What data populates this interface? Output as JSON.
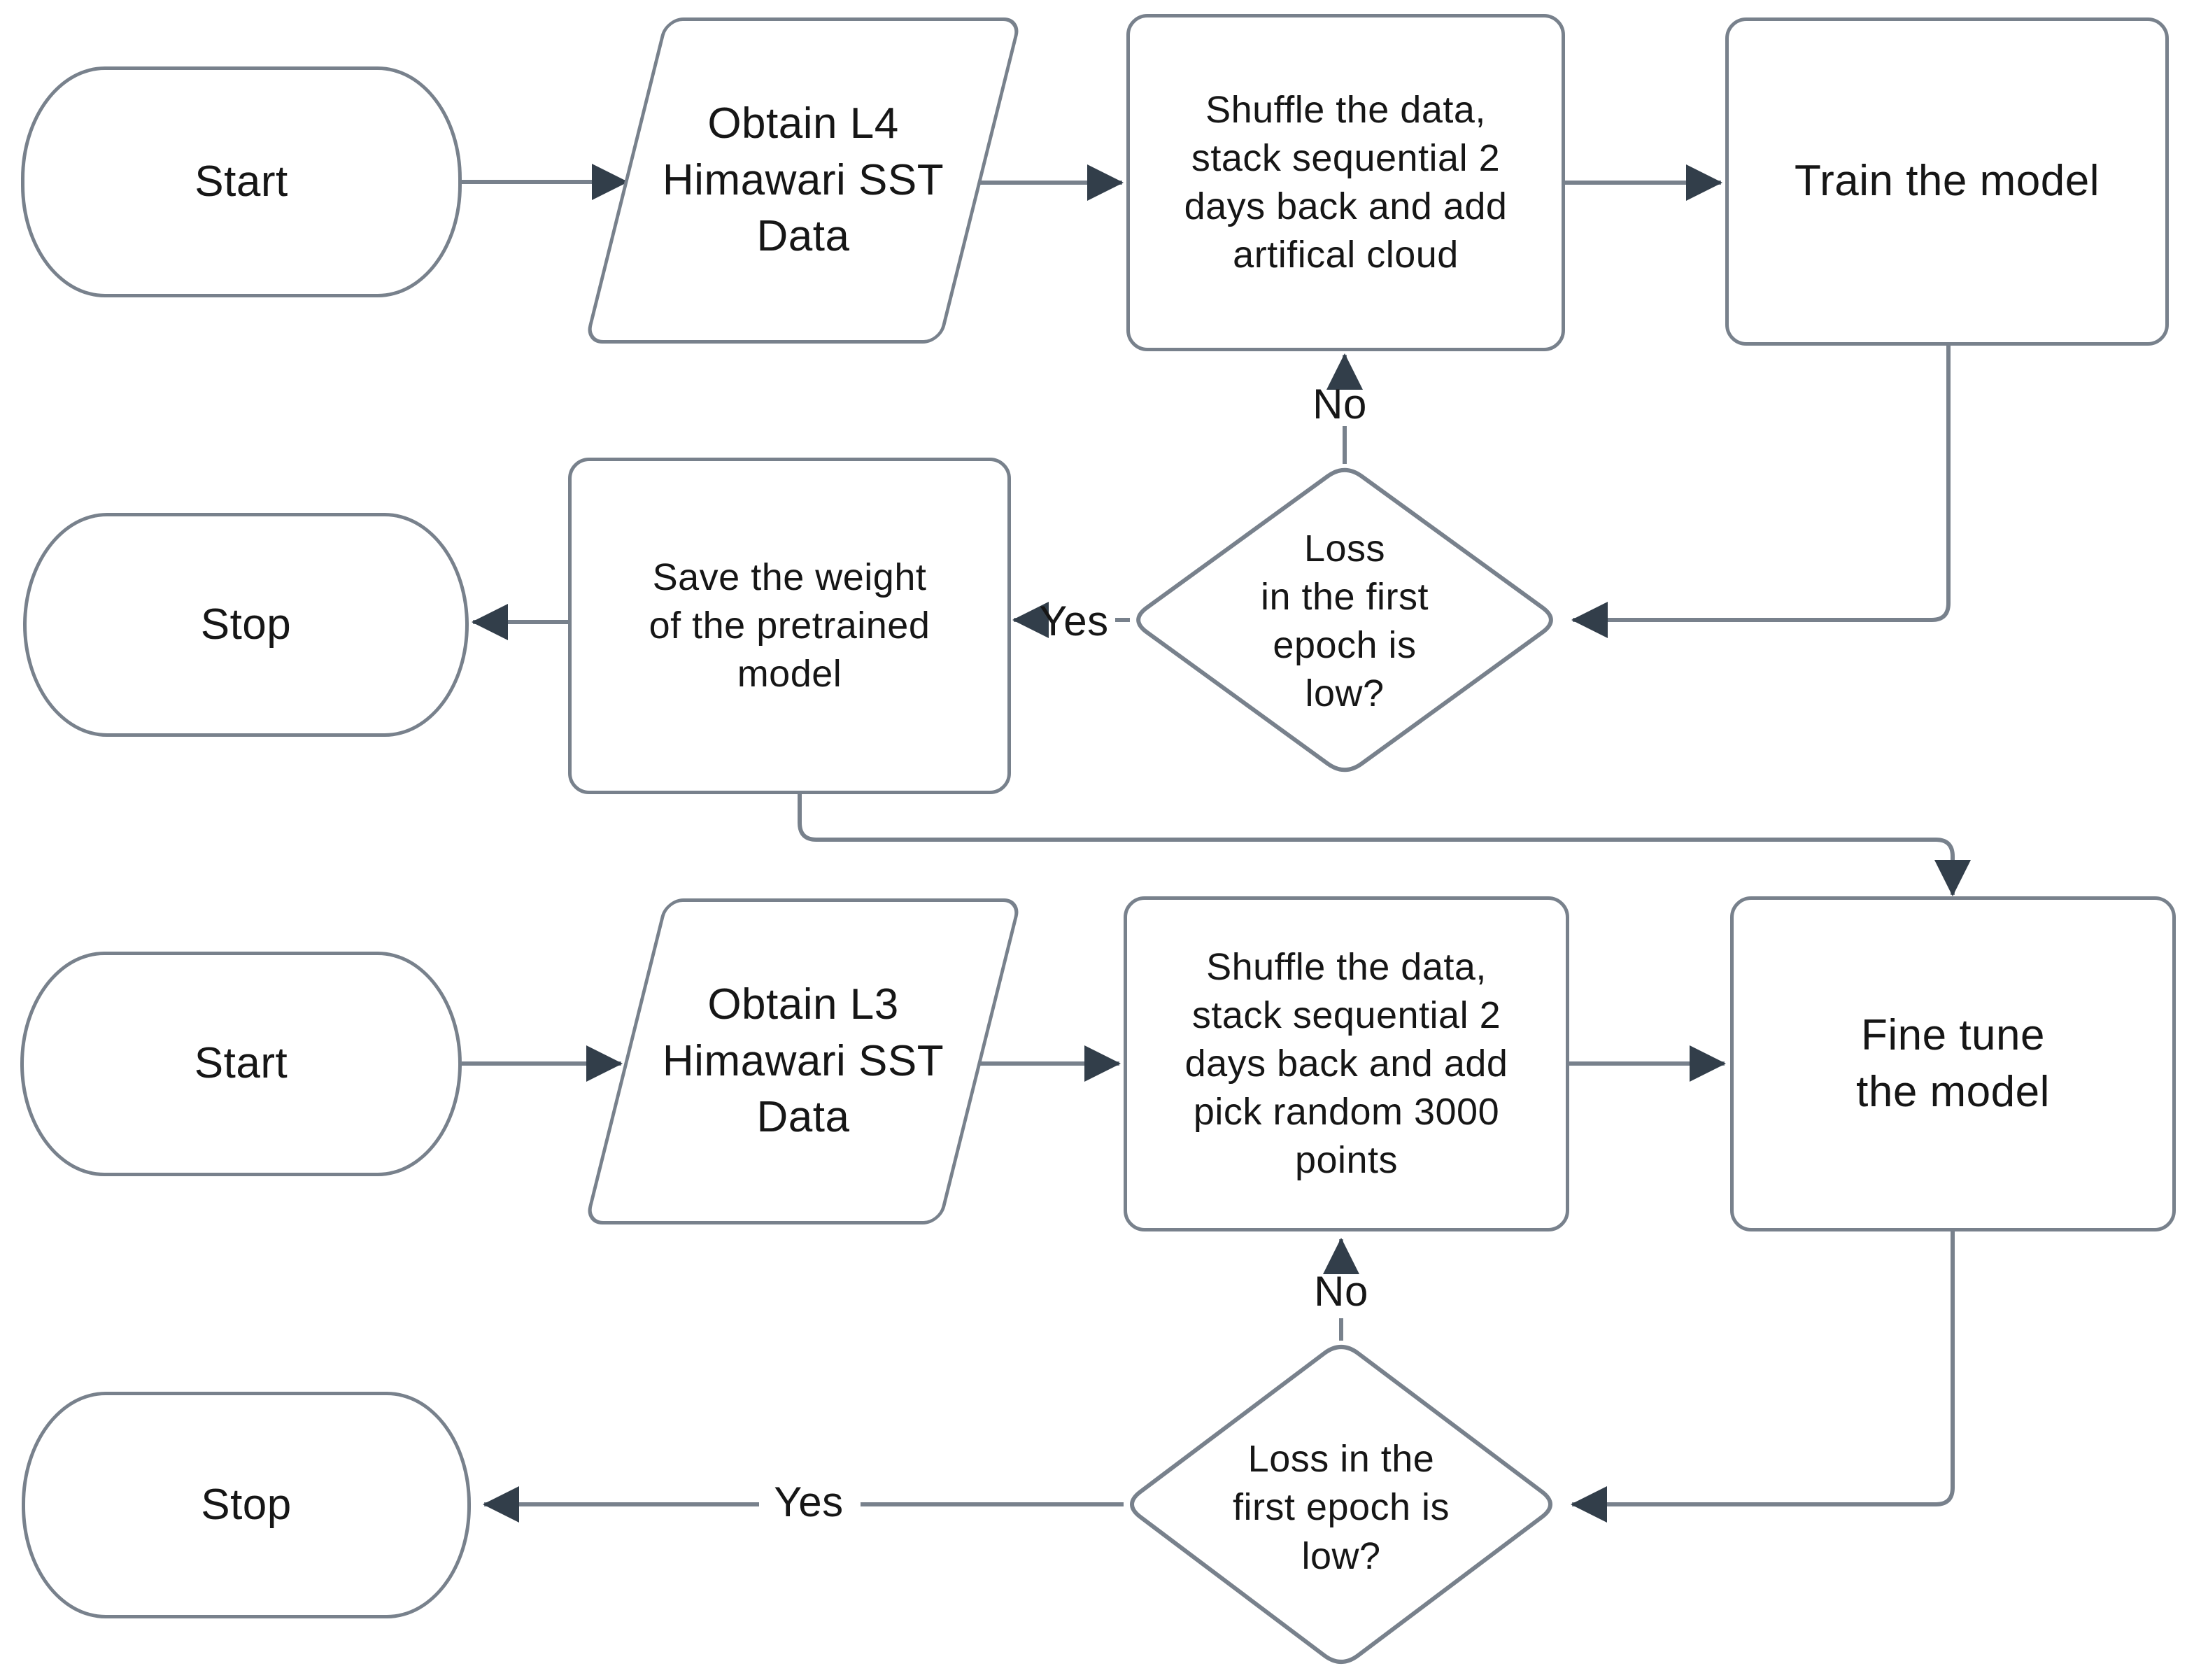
{
  "colors": {
    "stroke": "#78818c",
    "arrow": "#323e4a",
    "text": "#161616",
    "bg": "#ffffff"
  },
  "flow1": {
    "start_label": "Start",
    "obtain_label": "Obtain L4\nHimawari SST\nData",
    "shuffle_label": "Shuffle the data,\nstack sequential 2\ndays back and add\nartifical cloud",
    "train_label": "Train the model",
    "decision_label": "Loss\nin the first\nepoch is\nlow?",
    "no_label": "No",
    "yes_label": "Yes",
    "save_label": "Save the weight\nof the pretrained\nmodel",
    "stop_label": "Stop"
  },
  "flow2": {
    "start_label": "Start",
    "obtain_label": "Obtain L3\nHimawari SST\nData",
    "shuffle_label": "Shuffle the data,\nstack sequential 2\ndays back and add\npick random 3000\npoints",
    "finetune_label": "Fine tune\nthe model",
    "decision_label": "Loss in the\nfirst epoch is\nlow?",
    "no_label": "No",
    "yes_label": "Yes",
    "stop_label": "Stop"
  }
}
